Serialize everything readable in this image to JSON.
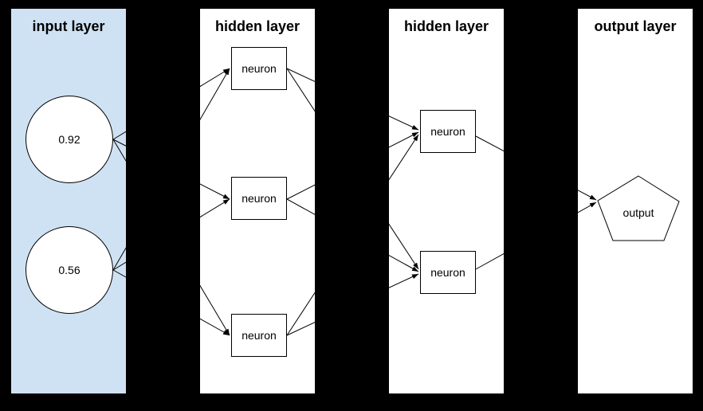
{
  "canvas": {
    "background": "#000000"
  },
  "palette": {
    "input_panel_fill": "#cfe2f3",
    "panel_fill": "#ffffff",
    "node_fill": "#ffffff",
    "line_color": "#000000",
    "text_color": "#000000"
  },
  "layers": [
    {
      "title": "input layer",
      "nodes": [
        {
          "label": "0.92",
          "shape": "circle"
        },
        {
          "label": "0.56",
          "shape": "circle"
        }
      ]
    },
    {
      "title": "hidden layer",
      "nodes": [
        {
          "label": "neuron",
          "shape": "rectangle"
        },
        {
          "label": "neuron",
          "shape": "rectangle"
        },
        {
          "label": "neuron",
          "shape": "rectangle"
        }
      ]
    },
    {
      "title": "hidden layer",
      "nodes": [
        {
          "label": "neuron",
          "shape": "rectangle"
        },
        {
          "label": "neuron",
          "shape": "rectangle"
        }
      ]
    },
    {
      "title": "output layer",
      "nodes": [
        {
          "label": "output",
          "shape": "pentagon"
        }
      ]
    }
  ],
  "connections": [
    {
      "from": "input-1",
      "to": "hidden1-1"
    },
    {
      "from": "input-1",
      "to": "hidden1-2"
    },
    {
      "from": "input-1",
      "to": "hidden1-3"
    },
    {
      "from": "input-2",
      "to": "hidden1-1"
    },
    {
      "from": "input-2",
      "to": "hidden1-2"
    },
    {
      "from": "input-2",
      "to": "hidden1-3"
    },
    {
      "from": "hidden1-1",
      "to": "hidden2-1"
    },
    {
      "from": "hidden1-2",
      "to": "hidden2-1"
    },
    {
      "from": "hidden1-3",
      "to": "hidden2-1"
    },
    {
      "from": "hidden1-1",
      "to": "hidden2-2"
    },
    {
      "from": "hidden1-2",
      "to": "hidden2-2"
    },
    {
      "from": "hidden1-3",
      "to": "hidden2-2"
    },
    {
      "from": "hidden2-1",
      "to": "output-1"
    },
    {
      "from": "hidden2-2",
      "to": "output-1"
    }
  ]
}
